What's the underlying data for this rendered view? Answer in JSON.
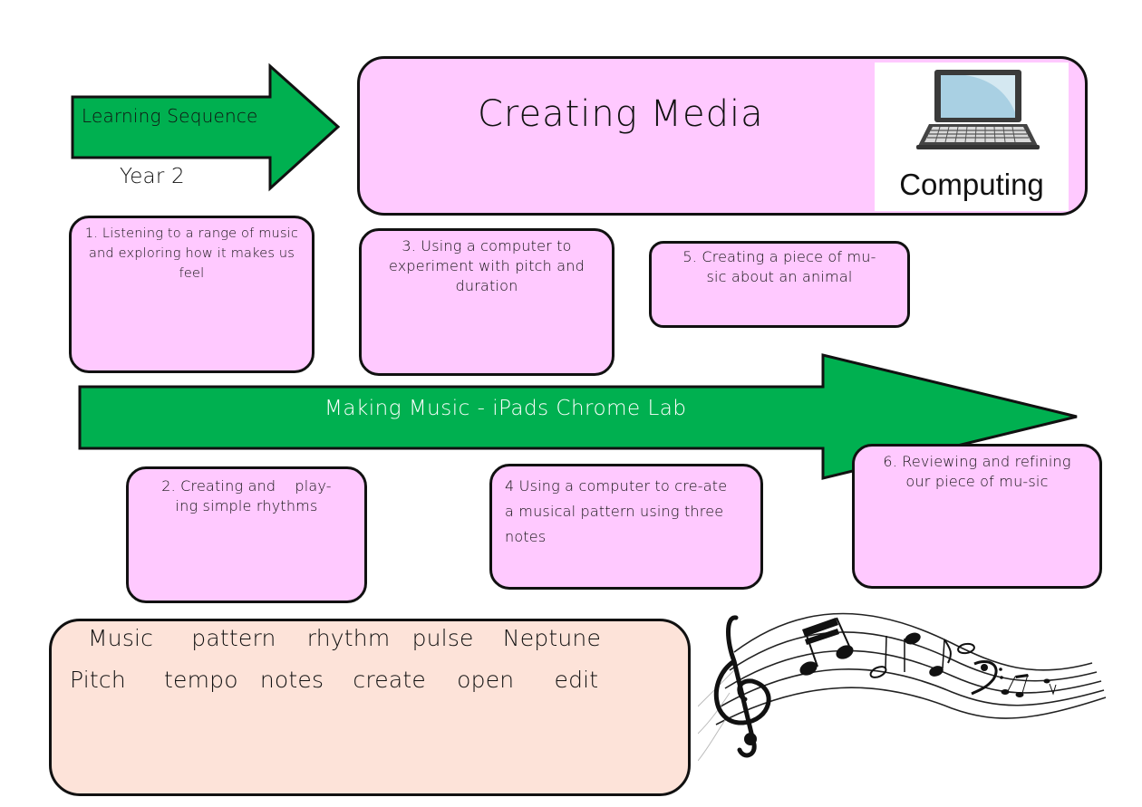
{
  "colors": {
    "arrow_green": "#00b050",
    "card_pink": "#ffc9ff",
    "vocab_peach": "#fde3d9",
    "outline": "#111111",
    "laptop_screen": "#a9d0e3"
  },
  "header": {
    "sequence_label": "Learning Sequence",
    "year_label": "Year 2",
    "title": "Creating Media",
    "subject_label": "Computing",
    "subject_icon": "laptop-icon"
  },
  "unit": {
    "title": "Making Music - iPads Chrome Lab"
  },
  "steps": [
    {
      "label": "1. Listening to a range of music and exploring how it makes us feel"
    },
    {
      "label": "2. Creating and    play-ing simple rhythms"
    },
    {
      "label": "3. Using a computer to experiment with pitch and duration"
    },
    {
      "label": "4 Using a computer to cre-ate a musical pattern using three notes"
    },
    {
      "label": "5. Creating a piece of mu-sic about an animal"
    },
    {
      "label": "6. Reviewing and refining our piece of mu-sic"
    }
  ],
  "vocabulary": {
    "row1": [
      "Music",
      "pattern",
      "rhythm",
      "pulse",
      "Neptune"
    ],
    "row2": [
      "Pitch",
      "tempo",
      "notes",
      "create",
      "open",
      "edit"
    ]
  },
  "decoration": {
    "image": "music-staff-notes-icon"
  }
}
